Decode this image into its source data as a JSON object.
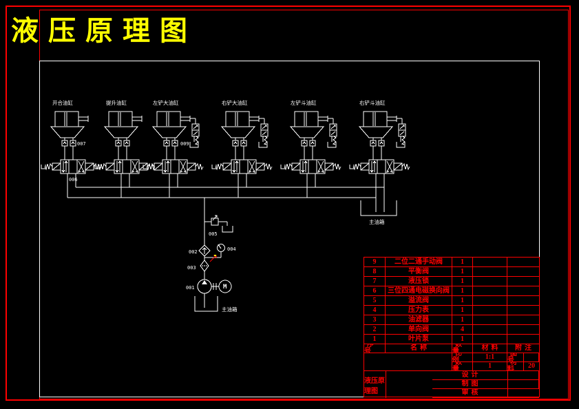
{
  "page": {
    "title": "液压原理图",
    "colors": {
      "background": "#000000",
      "border_red": "#ff0000",
      "title_yellow": "#ffff00",
      "line_white": "#ffffff"
    }
  },
  "schematic": {
    "cylinders": [
      {
        "label": "开合油缸"
      },
      {
        "label": "提升油缸"
      },
      {
        "label": "左铲大油缸"
      },
      {
        "label": "右铲大油缸"
      },
      {
        "label": "左铲斗油缸"
      },
      {
        "label": "右铲斗油缸"
      }
    ],
    "labels": {
      "pump": "001",
      "check_valve": "002",
      "filter": "003",
      "gauge": "004",
      "relief": "005",
      "directional": "006",
      "lock": "007",
      "manual": "009"
    },
    "tanks": {
      "bottom": "主油箱",
      "right": "主油箱"
    },
    "motor": "M"
  },
  "parts_table": {
    "rows": [
      {
        "no": "9",
        "name": "二位二通手动阀",
        "qty": "1"
      },
      {
        "no": "8",
        "name": "平衡阀",
        "qty": "1"
      },
      {
        "no": "7",
        "name": "液压锁",
        "qty": "1"
      },
      {
        "no": "6",
        "name": "三位四通电磁换向阀",
        "qty": "1"
      },
      {
        "no": "5",
        "name": "溢流阀",
        "qty": "1"
      },
      {
        "no": "4",
        "name": "压力表",
        "qty": "1"
      },
      {
        "no": "3",
        "name": "油滤器",
        "qty": "1"
      },
      {
        "no": "2",
        "name": "单向阀",
        "qty": "4"
      },
      {
        "no": "1",
        "name": "叶片泵",
        "qty": "1"
      }
    ],
    "header": {
      "no": "序号",
      "name": "名称",
      "qty": "数量",
      "material": "材料",
      "note": "附注"
    },
    "info": {
      "scale_label": "比例",
      "scale_value": "1:1",
      "figno_label": "图号",
      "figno_value": "",
      "qty_label": "数量",
      "qty_value": "1",
      "material_label": "材料",
      "material_value": "20"
    },
    "sign": {
      "design": "设计",
      "draft": "制图",
      "check": "审核"
    },
    "drawing_title": "液压原理图"
  }
}
